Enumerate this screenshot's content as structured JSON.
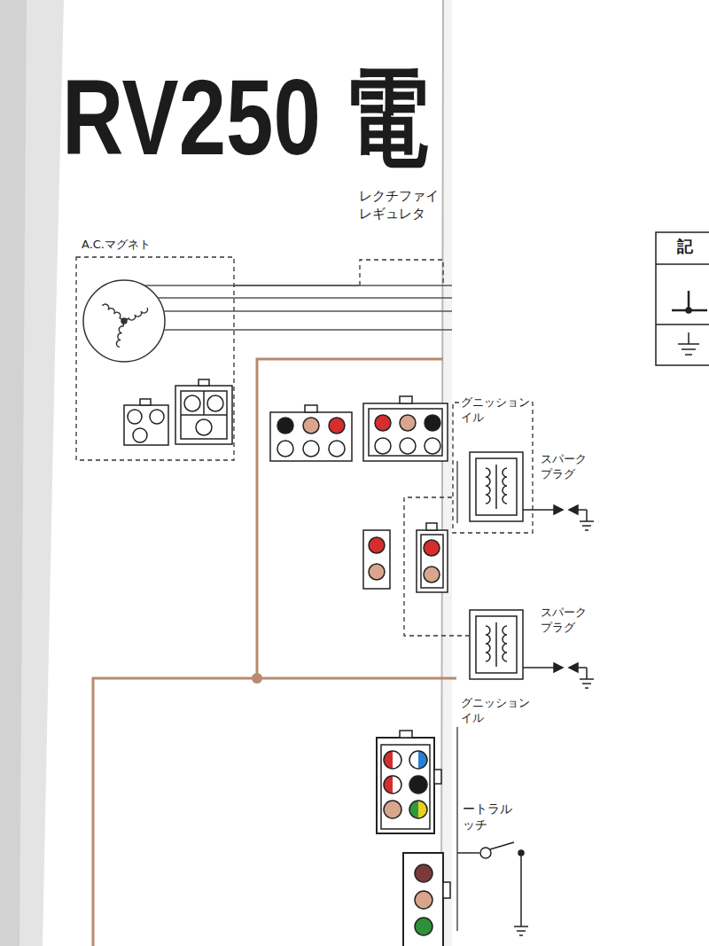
{
  "diagram": {
    "title": "RV250 電",
    "nodes": [
      {
        "text": [
          "A.C.マグネト"
        ]
      },
      {
        "text": [
          "レクチファイ レギュレタ"
        ]
      },
      {
        "text": [
          "グニッション イル"
        ]
      },
      {
        "text": [
          "グニッション イル"
        ]
      }
    ],
    "edges": [
      {
        "from": 0,
        "to": 1,
        "arrow": "none"
      }
    ],
    "labels": [
      "スパーク プラグ",
      "スパーク プラグ",
      "ートラル ッチ",
      "記"
    ]
  }
}
